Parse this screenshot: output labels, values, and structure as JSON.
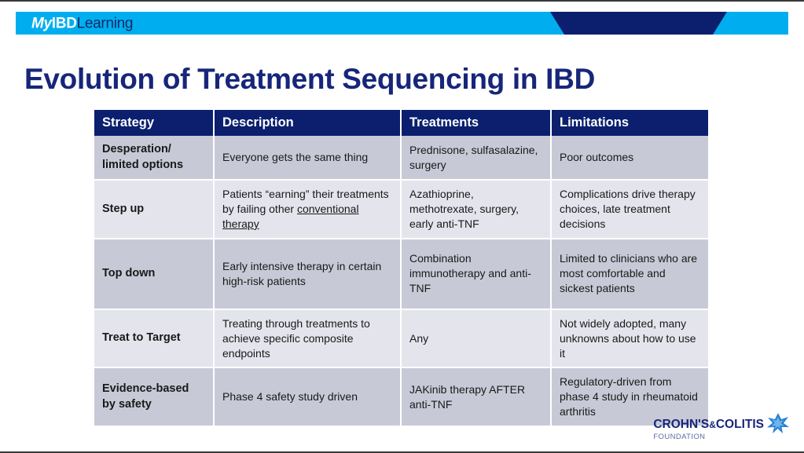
{
  "banner": {
    "brand_my": "My",
    "brand_ibd": "IBD",
    "brand_learning": "Learning",
    "bar_color": "#00AEEF",
    "wedge_color": "#0b1f6e"
  },
  "title": "Evolution of Treatment Sequencing in IBD",
  "title_color": "#17267a",
  "table": {
    "header_bg": "#0b1f6e",
    "row_shade_dark": "#c7cad6",
    "row_shade_light": "#e4e5ec",
    "columns": [
      "Strategy",
      "Description",
      "Treatments",
      "Limitations"
    ],
    "rows": [
      {
        "strategy": "Desperation/ limited options",
        "description": "Everyone gets the same thing",
        "treatments": "Prednisone, sulfasalazine, surgery",
        "limitations": "Poor outcomes"
      },
      {
        "strategy": "Step up",
        "description_pre": "Patients “earning” their treatments by failing other ",
        "description_underlined": "conventional therapy",
        "treatments": "Azathioprine, methotrexate, surgery, early anti-TNF",
        "limitations": "Complications drive therapy choices, late treatment decisions"
      },
      {
        "strategy": "Top down",
        "description": "Early intensive therapy in certain high-risk patients",
        "treatments": "Combination immunotherapy and anti-TNF",
        "limitations": "Limited to clinicians who are most comfortable and sickest patients"
      },
      {
        "strategy": "Treat to Target",
        "description": "Treating through treatments to achieve specific composite endpoints",
        "treatments": "Any",
        "limitations": "Not widely adopted, many unknowns about how to use it"
      },
      {
        "strategy": "Evidence-based by safety",
        "description": "Phase 4 safety study driven",
        "treatments": "JAKinib therapy AFTER anti-TNF",
        "limitations": "Regulatory-driven from phase 4 study in rheumatoid arthritis"
      }
    ]
  },
  "footer": {
    "org_name_part1": "CROHN'S",
    "org_name_amp": "&",
    "org_name_part2": "COLITIS",
    "org_sub": "FOUNDATION",
    "mark_color": "#2b7fd4",
    "name_color": "#17267a",
    "sub_color": "#5a6ea0"
  }
}
